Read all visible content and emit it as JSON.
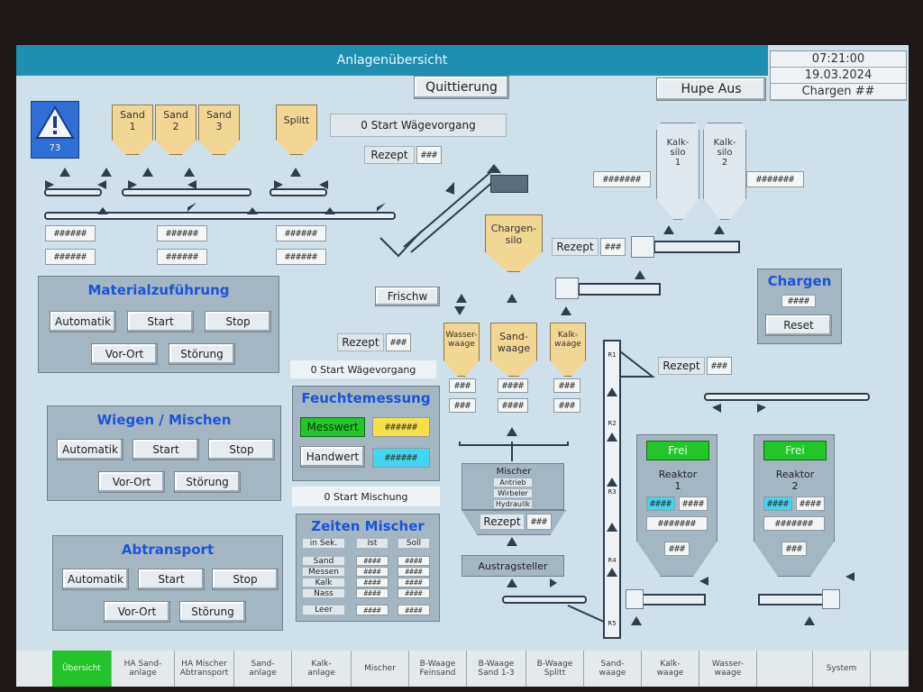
{
  "window": {
    "title": "Anlagenübersicht"
  },
  "clock": {
    "time": "07:21:00",
    "date": "19.03.2024",
    "charge": "Chargen ##"
  },
  "header": {
    "ack_label": "Quittierung",
    "horn_label": "Hupe Aus"
  },
  "warning": {
    "count": "73"
  },
  "hoppers": [
    {
      "label": "Sand\n1"
    },
    {
      "label": "Sand\n2"
    },
    {
      "label": "Sand\n3"
    },
    {
      "label": "Splitt"
    }
  ],
  "placeholders": {
    "hash6": "######",
    "hash3": "###",
    "hash4": "####",
    "hash7": "#######"
  },
  "weighing_top": {
    "status": "0 Start Wägevorgang",
    "recipe_label": "Rezept"
  },
  "lime_silos": [
    {
      "label": "Kalk-\nsilo\n1"
    },
    {
      "label": "Kalk-\nsilo\n2"
    }
  ],
  "charge_silo": {
    "label": "Chargen-\nsilo"
  },
  "recipe_right": {
    "label": "Rezept"
  },
  "fresh_water": {
    "label": "Frischw"
  },
  "scales": [
    {
      "label": "Wasser-\nwaage"
    },
    {
      "label": "Sand-\nwaage"
    },
    {
      "label": "Kalk-\nwaage"
    }
  ],
  "weighing_mid": {
    "status": "0 Start Wägevorgang",
    "recipe_label": "Rezept"
  },
  "material": {
    "title": "Materialzuführung",
    "auto": "Automatik",
    "start": "Start",
    "stop": "Stop",
    "local": "Vor-Ort",
    "fault": "Störung"
  },
  "weigh_mix": {
    "title": "Wiegen / Mischen",
    "auto": "Automatik",
    "start": "Start",
    "stop": "Stop",
    "local": "Vor-Ort",
    "fault": "Störung"
  },
  "transport": {
    "title": "Abtransport",
    "auto": "Automatik",
    "start": "Start",
    "stop": "Stop",
    "local": "Vor-Ort",
    "fault": "Störung"
  },
  "moisture": {
    "title": "Feuchtemessung",
    "measured": "Messwert",
    "manual": "Handwert"
  },
  "mixing": {
    "status": "0 Start Mischung"
  },
  "mixer_times": {
    "title": "Zeiten Mischer",
    "cols": [
      "in Sek.",
      "Ist",
      "Soll"
    ],
    "rows": [
      "Sand",
      "Messen",
      "Kalk",
      "Nass",
      "Leer"
    ]
  },
  "mixer": {
    "label": "Mischer",
    "items": [
      "Antrieb",
      "Wirbeler",
      "Hydraulik"
    ],
    "recipe_label": "Rezept"
  },
  "discharge": {
    "label": "Austragsteller"
  },
  "batches": {
    "title": "Chargen",
    "reset": "Reset"
  },
  "recipe_conveyor": {
    "label": "Rezept"
  },
  "reactors": [
    {
      "status": "Frei",
      "label": "Reaktor\n1"
    },
    {
      "status": "Frei",
      "label": "Reaktor\n2"
    }
  ],
  "elevator": {
    "marks": [
      "R1",
      "R2",
      "R3",
      "R4",
      "R5"
    ]
  },
  "nav": [
    "Übersicht",
    "HA Sand-\nanlage",
    "HA Mischer\nAbtransport",
    "Sand-\nanlage",
    "Kalk-\nanlage",
    "Mischer",
    "B-Waage\nFeinsand",
    "B-Waage\nSand 1-3",
    "B-Waage\nSplitt",
    "Sand-\nwaage",
    "Kalk-\nwaage",
    "Wasser-\nwaage",
    "",
    "System"
  ],
  "colors": {
    "title_bar": "#1e8fb0",
    "panel": "#a5b6c3",
    "heading": "#1a55d8",
    "status_ok": "#23c62a",
    "hopper": "#f2d694"
  }
}
